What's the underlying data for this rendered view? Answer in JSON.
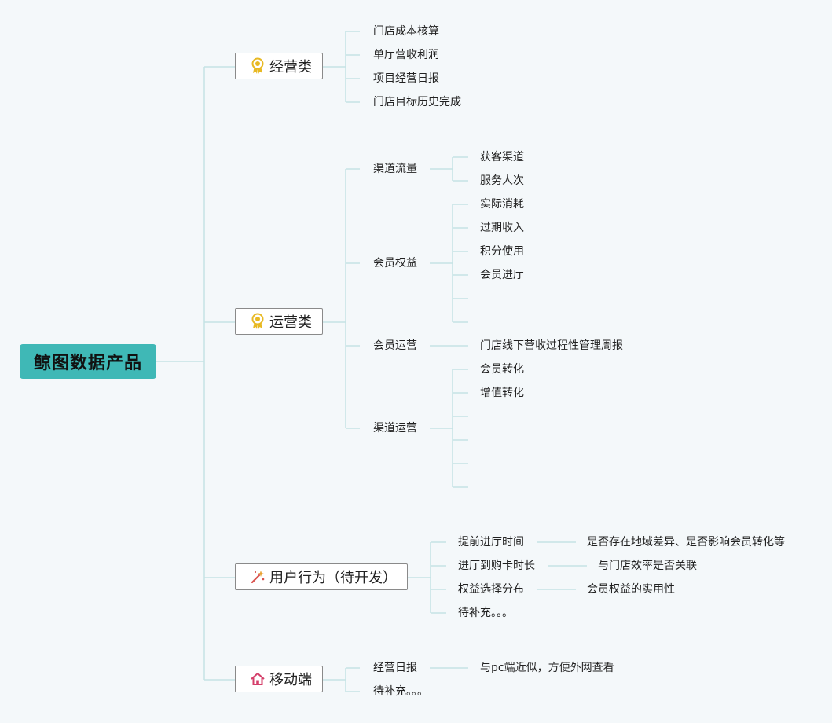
{
  "root": "鲸图数据产品",
  "categories": {
    "operations": "经营类",
    "running": "运营类",
    "behavior": "用户行为（待开发）",
    "mobile": "移动端"
  },
  "operations_items": [
    "门店成本核算",
    "单厅营收利润",
    "项目经营日报",
    "门店目标历史完成"
  ],
  "running_items": {
    "channel_traffic": {
      "label": "渠道流量",
      "children": [
        "获客渠道",
        "服务人次"
      ]
    },
    "member_rights": {
      "label": "会员权益",
      "children": [
        "实际消耗",
        "过期收入",
        "积分使用",
        "会员进厅"
      ]
    },
    "member_ops": {
      "label": "会员运营",
      "children": [
        "门店线下营收过程性管理周报"
      ]
    },
    "channel_ops": {
      "label": "渠道运营",
      "children": [
        "会员转化",
        "增值转化"
      ]
    }
  },
  "behavior_items": [
    {
      "label": "提前进厅时间",
      "note": "是否存在地域差异、是否影响会员转化等"
    },
    {
      "label": "进厅到购卡时长",
      "note": "与门店效率是否关联"
    },
    {
      "label": "权益选择分布",
      "note": "会员权益的实用性"
    },
    {
      "label": "待补充。。。"
    }
  ],
  "mobile_items": [
    {
      "label": "经营日报",
      "note": "与pc端近似，方便外网查看"
    },
    {
      "label": "待补充。。。"
    }
  ],
  "colors": {
    "root_bg": "#3fb8b6",
    "connector": "#c5e3e5",
    "background": "#f4f8fa"
  },
  "icons": {
    "operations": "ribbon-award-icon",
    "running": "ribbon-award-icon",
    "behavior": "magic-wand-icon",
    "mobile": "home-icon"
  }
}
